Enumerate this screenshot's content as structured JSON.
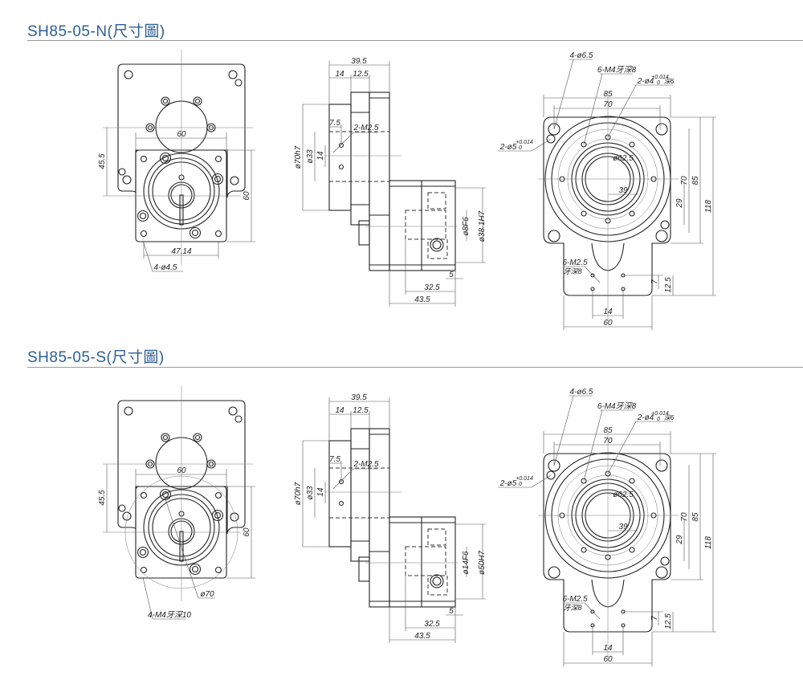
{
  "sections": [
    {
      "title": "SH85-05-N(尺寸圖)",
      "front": {
        "w60": "60",
        "h45": "45.5",
        "h60": "60",
        "w47": "47.14",
        "holes": "4-ø4.5",
        "extra": ""
      },
      "side": {
        "d395": "39.5",
        "d14": "14",
        "d125": "12.5",
        "d75": "7.5",
        "m25": "2-M2.5",
        "d70": "ø70h7",
        "d33": "ø33",
        "d14v": "14",
        "f6": "ø8F6",
        "h7": "ø38.1H7",
        "d5": "5",
        "d325": "32.5",
        "d435": "43.5"
      },
      "top": {
        "h65": "4-ø6.5",
        "m4": "6-M4牙深8",
        "p4": "2-ø4",
        "p4tol": "+0.014",
        "p4tol0": "0",
        "p4depth": "深6",
        "p5": "2-ø5",
        "p5tol": "+0.014",
        "p5tol0": "0",
        "w85": "85",
        "w70": "70",
        "pcd": "ø62.5",
        "w39": "39",
        "v29": "29",
        "v70": "70",
        "v85": "85",
        "v118": "118",
        "m25": "6-M2.5",
        "m25depth": "牙深8",
        "v7": "7",
        "v125": "12.5",
        "w14": "14",
        "w60": "60"
      }
    },
    {
      "title": "SH85-05-S(尺寸圖)",
      "front": {
        "w60": "60",
        "h45": "45.5",
        "h60": "60",
        "w47": "",
        "holes": "4-M4牙深10",
        "extra": "ø70"
      },
      "side": {
        "d395": "39.5",
        "d14": "14",
        "d125": "12.5",
        "d75": "7.5",
        "m25": "2-M2.5",
        "d70": "ø70h7",
        "d33": "ø33",
        "d14v": "14",
        "f6": "ø14F6",
        "h7": "ø50H7",
        "d5": "5",
        "d325": "32.5",
        "d435": "43.5"
      },
      "top": {
        "h65": "4-ø6.5",
        "m4": "6-M4牙深8",
        "p4": "2-ø4",
        "p4tol": "+0.014",
        "p4tol0": "0",
        "p4depth": "深6",
        "p5": "2-ø5",
        "p5tol": "+0.014",
        "p5tol0": "0",
        "w85": "85",
        "w70": "70",
        "pcd": "ø62.5",
        "w39": "39",
        "v29": "29",
        "v70": "70",
        "v85": "85",
        "v118": "118",
        "m25": "6-M2.5",
        "m25depth": "牙深8",
        "v7": "7",
        "v125": "12.5",
        "w14": "14",
        "w60": "60"
      }
    }
  ]
}
